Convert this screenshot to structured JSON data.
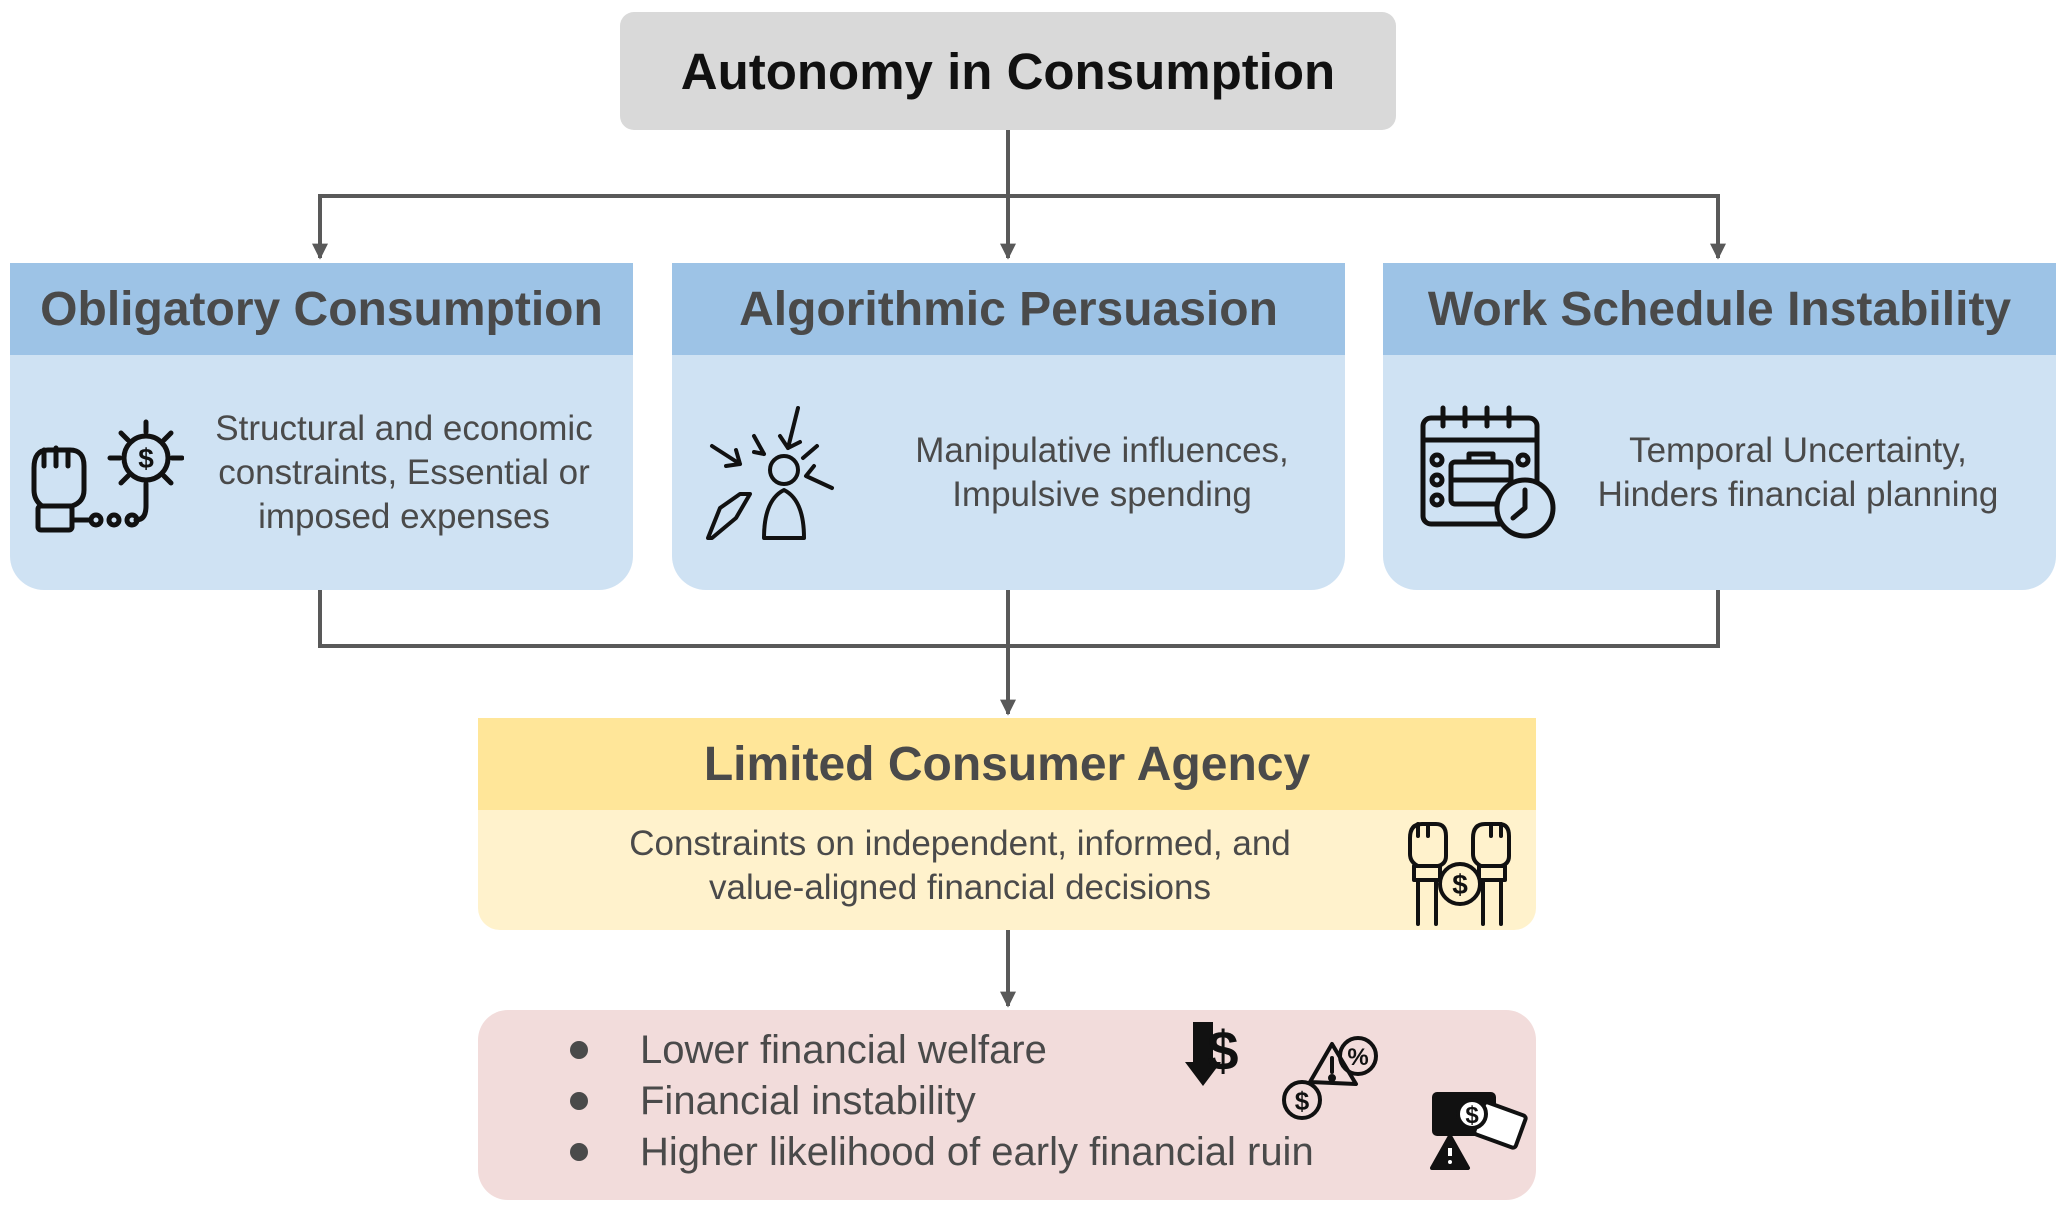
{
  "title": "Autonomy in Consumption",
  "factors": [
    {
      "title": "Obligatory Consumption",
      "desc": [
        "Structural and economic",
        "constraints, Essential or",
        "imposed expenses"
      ],
      "icon": "chained-fist-gear-dollar-icon"
    },
    {
      "title": "Algorithmic Persuasion",
      "desc": [
        "Manipulative influences,",
        "Impulsive spending"
      ],
      "icon": "persuaded-person-arrows-icon"
    },
    {
      "title": "Work Schedule Instability",
      "desc": [
        "Temporal Uncertainty,",
        "Hinders financial planning"
      ],
      "icon": "calendar-briefcase-clock-icon"
    }
  ],
  "agency": {
    "title": "Limited Consumer Agency",
    "desc": [
      "Constraints on independent, informed, and",
      "value-aligned financial decisions"
    ],
    "icon": "raised-fists-dollar-icon"
  },
  "outcomes": {
    "items": [
      "Lower financial welfare",
      "Financial instability",
      "Higher likelihood of early financial ruin"
    ],
    "icons": [
      "dollar-down-arrow-icon",
      "coin-percent-warning-icon",
      "money-warning-icon"
    ]
  },
  "colors": {
    "title_bg": "#d9d9d9",
    "factor_head": "#9dc3e6",
    "factor_body": "#cfe2f3",
    "agency_head": "#ffe699",
    "agency_body": "#fff2cc",
    "outcome_bg": "#f2dcdb",
    "connector": "#595959"
  }
}
